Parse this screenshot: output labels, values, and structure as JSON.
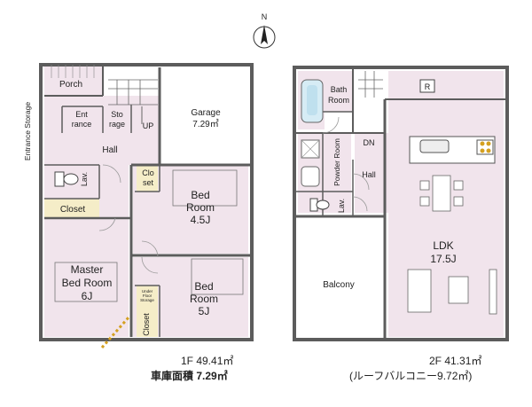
{
  "compass": {
    "north_label": "N"
  },
  "floor1": {
    "rooms": {
      "porch": "Porch",
      "entrance": [
        "Ent",
        "rance"
      ],
      "storage": [
        "Sto",
        "rage"
      ],
      "up": "UP",
      "garage": [
        "Garage",
        "7.29㎡"
      ],
      "hall": "Hall",
      "entrance_storage": "Entrance Storage",
      "lav": "Lav.",
      "closet_left": "Closet",
      "closet_small": [
        "Clo",
        "set"
      ],
      "bed_a": [
        "Bed",
        "Room",
        "4.5J"
      ],
      "master": [
        "Master",
        "Bed Room",
        "6J"
      ],
      "bed_b": [
        "Bed",
        "Room",
        "5J"
      ],
      "under_floor": [
        "Under",
        "Floor",
        "Storage"
      ],
      "closet_vertical": "Closet"
    },
    "area_label": "1F  49.41㎡",
    "garage_area_label": "車庫面積  7.29㎡"
  },
  "floor2": {
    "rooms": {
      "bath": [
        "Bath",
        "Room"
      ],
      "r_mark": "R",
      "dn": "DN",
      "washer": "W",
      "powder": "Powder Room",
      "hall": "Hall",
      "lav": "Lav.",
      "ldk": [
        "LDK",
        "17.5J"
      ],
      "balcony": "Balcony"
    },
    "area_label": "2F  41.31㎡",
    "roof_label": "(ルーフバルコニー9.72㎡)"
  },
  "colors": {
    "room_fill": "#f1e4ec",
    "wall": "#5c5c5c",
    "garage_fill": "#ffffff",
    "door_arc": "#d4a020"
  }
}
